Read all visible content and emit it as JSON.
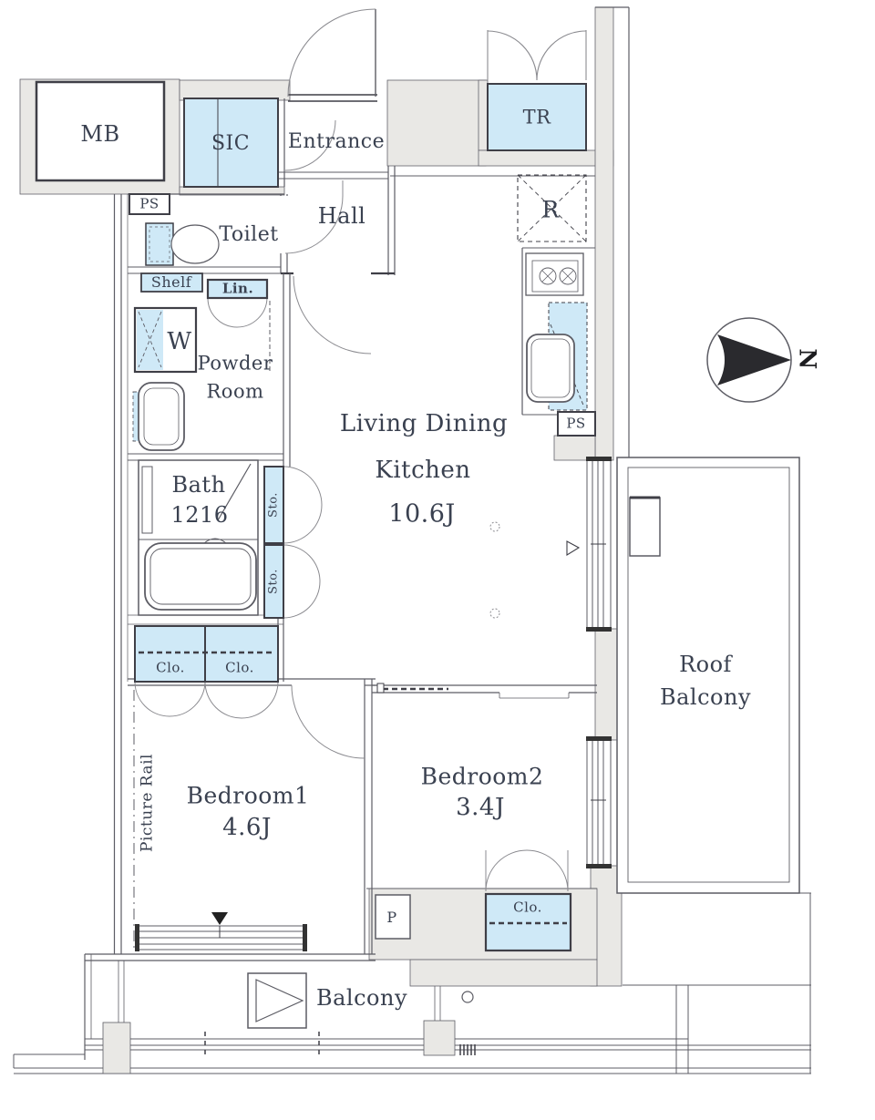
{
  "colors": {
    "fixture_blue": "#cfe9f7",
    "wall_gray": "#e9e8e5",
    "ink": "#3f3f47",
    "mid_line": "#5c5c64",
    "arc_gray": "#8b8b90",
    "text": "#3a4150"
  },
  "rooms": {
    "mb": "MB",
    "sic": "SIC",
    "entrance": "Entrance",
    "trunk": "TR",
    "ps_upper": "PS",
    "toilet": "Toilet",
    "hall": "Hall",
    "shelf": "Shelf",
    "linen": "Lin.",
    "washer": "W",
    "powder_line1": "Powder",
    "powder_line2": "Room",
    "fridge": "R",
    "ldk_line1": "Living Dining",
    "ldk_line2": "Kitchen",
    "ldk_size": "10.6J",
    "ps_kitchen": "PS",
    "bath": "Bath",
    "bath_size": "1216",
    "storage_upper": "Sto.",
    "storage_lower": "Sto.",
    "closet_b1_left": "Clo.",
    "closet_b1_right": "Clo.",
    "picture_rail": "Picture Rail",
    "bedroom1": "Bedroom1",
    "bedroom1_size": "4.6J",
    "bedroom2": "Bedroom2",
    "bedroom2_size": "3.4J",
    "closet_b2": "Clo.",
    "pole": "P",
    "roof_balcony_line1": "Roof",
    "roof_balcony_line2": "Balcony",
    "balcony": "Balcony"
  },
  "compass": {
    "north_label": "N"
  }
}
